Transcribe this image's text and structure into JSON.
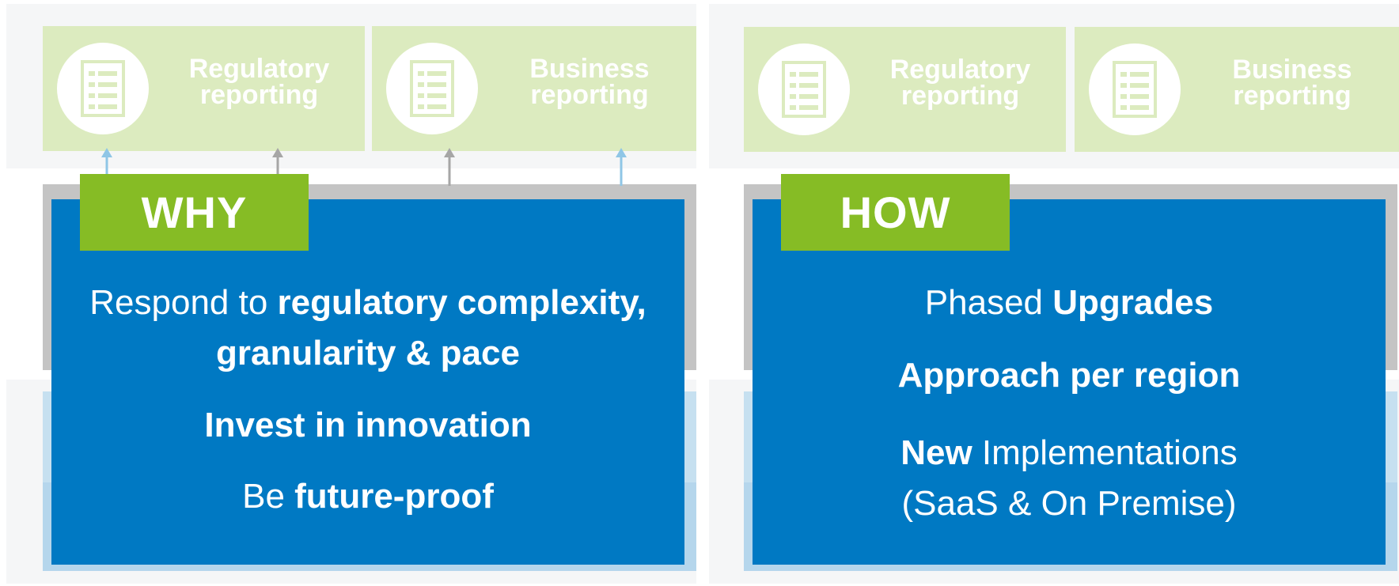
{
  "colors": {
    "green_tab": "#86bc25",
    "tile_green": "#dcebbf",
    "blue_box": "#0079c3",
    "light_blue": "#c6e0f0",
    "gray_frame": "#c4c4c4"
  },
  "panels": [
    {
      "tiles": [
        {
          "label": "Regulatory\nreporting",
          "icon": "document-list-icon"
        },
        {
          "label": "Business\nreporting",
          "icon": "document-list-icon"
        }
      ],
      "tab": "WHY",
      "statements": [
        {
          "parts": [
            {
              "text": "Respond to ",
              "bold": false
            },
            {
              "text": "regulatory complexity,",
              "bold": true
            }
          ]
        },
        {
          "parts": [
            {
              "text": "granularity & pace",
              "bold": true
            }
          ]
        },
        {
          "parts": [
            {
              "text": "Invest in innovation",
              "bold": true
            }
          ]
        },
        {
          "parts": [
            {
              "text": "Be ",
              "bold": false
            },
            {
              "text": "future-proof",
              "bold": true
            }
          ]
        }
      ]
    },
    {
      "tiles": [
        {
          "label": "Regulatory\nreporting",
          "icon": "document-list-icon"
        },
        {
          "label": "Business\nreporting",
          "icon": "document-list-icon"
        }
      ],
      "tab": "HOW",
      "statements": [
        {
          "parts": [
            {
              "text": "Phased ",
              "bold": false
            },
            {
              "text": "Upgrades",
              "bold": true
            }
          ]
        },
        {
          "parts": [
            {
              "text": "Approach per region",
              "bold": true
            }
          ]
        },
        {
          "parts": [
            {
              "text": "New",
              "bold": true
            },
            {
              "text": " Implementations",
              "bold": false
            }
          ]
        },
        {
          "parts": [
            {
              "text": "(SaaS & On Premise)",
              "bold": false
            }
          ]
        }
      ]
    }
  ]
}
